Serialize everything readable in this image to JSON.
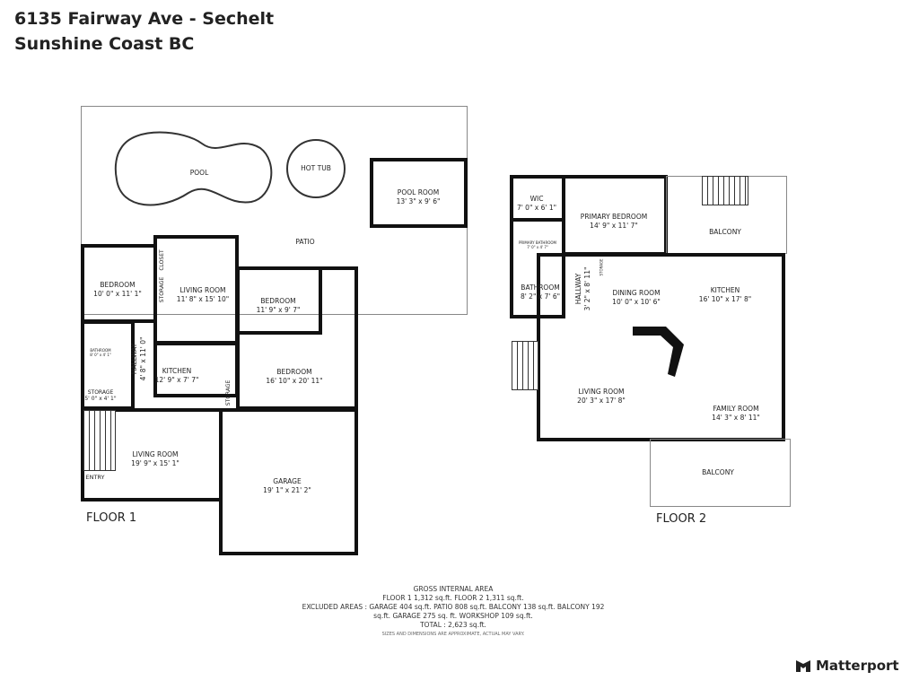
{
  "header": {
    "line1": "6135 Fairway Ave  -  Sechelt",
    "line2": "Sunshine Coast BC"
  },
  "floor1": {
    "label": "FLOOR 1",
    "rooms": [
      {
        "name": "POOL",
        "dims": ""
      },
      {
        "name": "HOT TUB",
        "dims": ""
      },
      {
        "name": "POOL ROOM",
        "dims": "13' 3\" x 9' 6\""
      },
      {
        "name": "PATIO",
        "dims": ""
      },
      {
        "name": "BEDROOM",
        "dims": "10' 0\" x 11' 1\""
      },
      {
        "name": "LIVING ROOM",
        "dims": "11' 8\" x 15' 10\""
      },
      {
        "name": "BEDROOM",
        "dims": "11' 9\" x 9' 7\""
      },
      {
        "name": "BEDROOM",
        "dims": "16' 10\" x 20' 11\""
      },
      {
        "name": "KITCHEN",
        "dims": "12' 9\" x 7' 7\""
      },
      {
        "name": "HALLWAY",
        "dims": "4' 8\" x 11' 0\""
      },
      {
        "name": "STORAGE",
        "dims": "5' 0\" x 4' 1\""
      },
      {
        "name": "LIVING ROOM",
        "dims": "19' 9\" x 15' 1\""
      },
      {
        "name": "GARAGE",
        "dims": "19' 1\" x 21' 2\""
      },
      {
        "name": "CLOSET",
        "dims": ""
      },
      {
        "name": "STORAGE",
        "dims": ""
      },
      {
        "name": "STORAGE",
        "dims": ""
      },
      {
        "name": "BATHROOM",
        "dims": "8' 0\" x 4' 1\""
      },
      {
        "name": "ENTRY",
        "dims": ""
      }
    ]
  },
  "floor2": {
    "label": "FLOOR 2",
    "rooms": [
      {
        "name": "WIC",
        "dims": "7' 0\" x 6' 1\""
      },
      {
        "name": "PRIMARY BEDROOM",
        "dims": "14' 9\" x 11' 7\""
      },
      {
        "name": "BALCONY",
        "dims": ""
      },
      {
        "name": "PRIMARY BATHROOM",
        "dims": "7' 0\" x 4' 7\""
      },
      {
        "name": "BATHROOM",
        "dims": "8' 2\" x 7' 6\""
      },
      {
        "name": "HALLWAY",
        "dims": "3' 2\" x 8' 11\""
      },
      {
        "name": "DINING ROOM",
        "dims": "10' 0\" x 10' 6\""
      },
      {
        "name": "KITCHEN",
        "dims": "16' 10\" x 17' 8\""
      },
      {
        "name": "LIVING ROOM",
        "dims": "20' 3\" x 17' 8\""
      },
      {
        "name": "FAMILY ROOM",
        "dims": "14' 3\" x 8' 11\""
      },
      {
        "name": "BALCONY",
        "dims": ""
      },
      {
        "name": "STORAGE",
        "dims": ""
      }
    ]
  },
  "area": {
    "heading": "GROSS INTERNAL AREA",
    "floors": "FLOOR 1 1,312 sq.ft.   FLOOR 2 1,311 sq.ft.",
    "excluded": "EXCLUDED AREAS :  GARAGE 404 sq.ft.   PATIO 808 sq.ft.   BALCONY 138 sq.ft.   BALCONY 192 sq.ft. GARAGE 275 sq. ft.  WORKSHOP 109 sq.ft.",
    "total": "TOTAL :  2,623 sq.ft.",
    "disclaimer": "SIZES AND DIMENSIONS ARE APPROXIMATE, ACTUAL MAY VARY."
  },
  "brand": {
    "name": "Matterport",
    "icon": "matterport-logo-icon"
  }
}
